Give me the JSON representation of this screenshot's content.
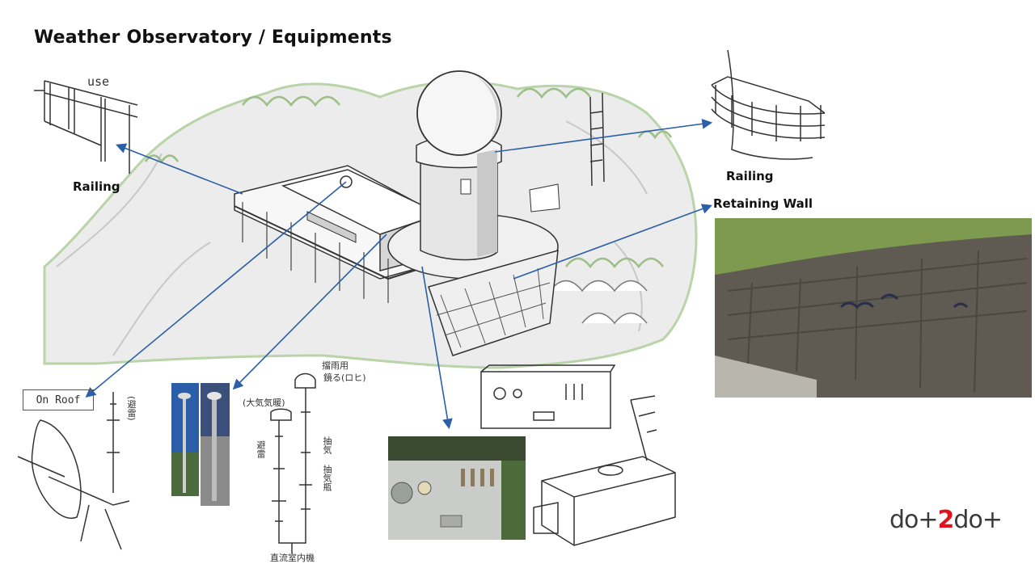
{
  "title": "Weather Observatory / Equipments",
  "labels": {
    "railing_left": "Railing",
    "railing_right": "Railing",
    "retaining_wall": "Retaining Wall"
  },
  "sketch_notes": {
    "use": "use",
    "on_roof": "On Roof",
    "cjk_top_right_1": "擋雨用",
    "cjk_top_right_2": "鏡る(ロヒ)",
    "cjk_paren": "(大気気暖)",
    "cjk_left_vertical": "避雷",
    "cjk_air": "抽気",
    "cjk_bottom": "直流室内機",
    "cjk_mid": "抽気瓶",
    "cjk_side": "(避雷)"
  },
  "logo": {
    "part1": "do+",
    "part2": "2",
    "part3": "do+"
  },
  "colors": {
    "arrow": "#2b5fa8",
    "foliage": "#b9d4a8",
    "logo_accent": "#e0141e"
  }
}
